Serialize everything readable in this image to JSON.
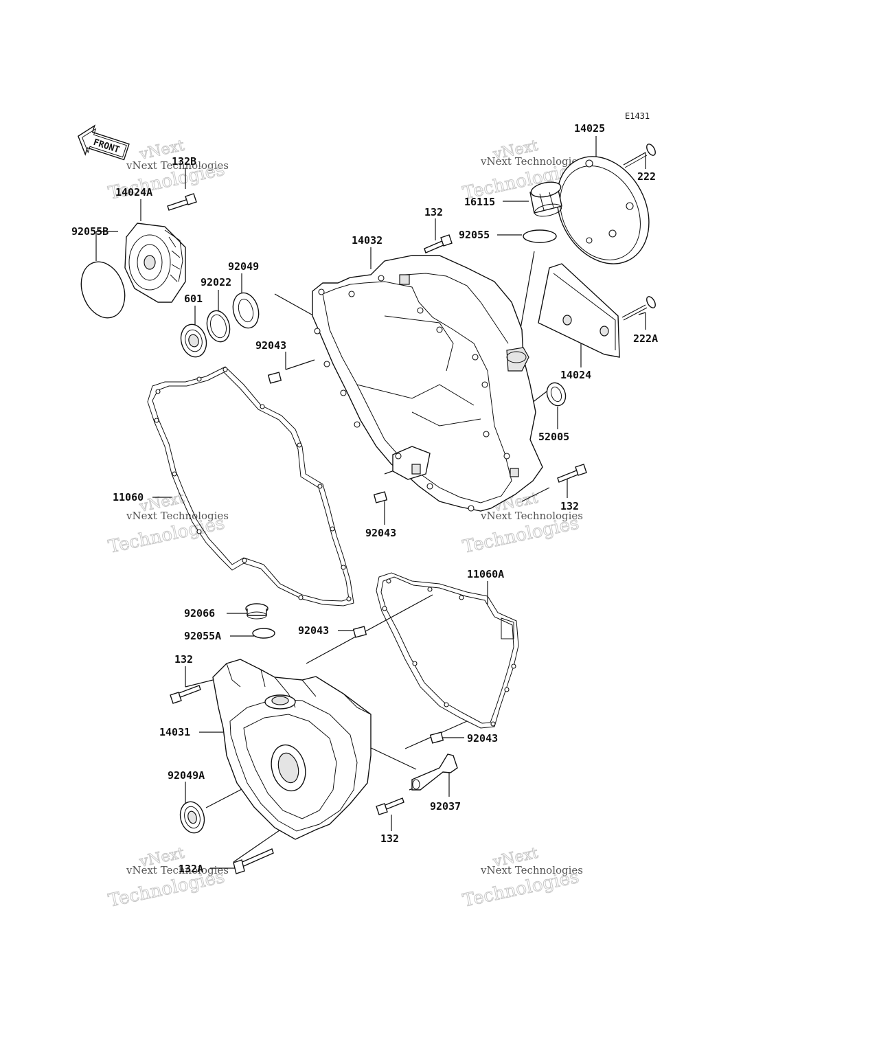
{
  "diagram_code": "E1431",
  "front_label": "FRONT",
  "watermark": {
    "line1": "vNext Technologies",
    "line2": "Technologies",
    "line_top": "vNext"
  },
  "labels": {
    "p14025": "14025",
    "p222": "222",
    "p16115": "16115",
    "p132_top": "132",
    "p92055": "92055",
    "p14032": "14032",
    "p132B": "132B",
    "p14024A": "14024A",
    "p92055B": "92055B",
    "p92049": "92049",
    "p92022": "92022",
    "p601": "601",
    "p92043_a": "92043",
    "p222A": "222A",
    "p14024": "14024",
    "p52005": "52005",
    "p132_right": "132",
    "p92043_b": "92043",
    "p11060": "11060",
    "p11060A": "11060A",
    "p92066": "92066",
    "p92055A": "92055A",
    "p92043_c": "92043",
    "p132_left": "132",
    "p14031": "14031",
    "p92043_d": "92043",
    "p92049A": "92049A",
    "p92037": "92037",
    "p132_bottom": "132",
    "p132A": "132A"
  }
}
